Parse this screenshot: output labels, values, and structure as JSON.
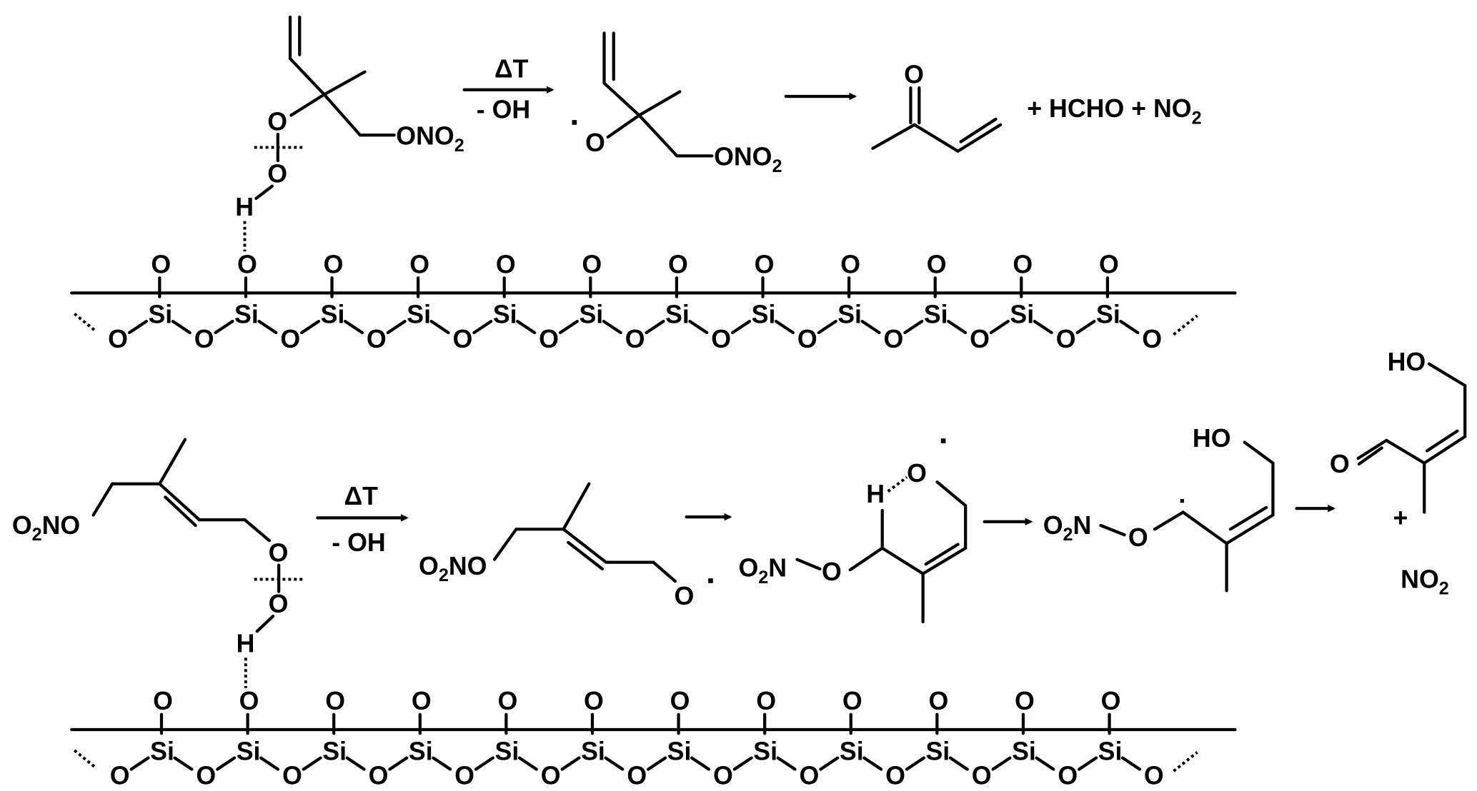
{
  "surface": {
    "si_label": "Si",
    "o_label": "O",
    "si_count": 12
  },
  "reaction1": {
    "conditions_top": "ΔT",
    "conditions_bottom": "- OH",
    "o": "O",
    "h": "H",
    "ono": "ONO",
    "sub2": "2",
    "plus_hcho": "+ HCHO + NO",
    "plus": "+"
  },
  "reaction2": {
    "conditions_top": "ΔT",
    "conditions_bottom": "- OH",
    "o": "O",
    "h": "H",
    "no": "NO",
    "n": "N",
    "ho": "HO",
    "sub2": "2",
    "plus": "+"
  }
}
